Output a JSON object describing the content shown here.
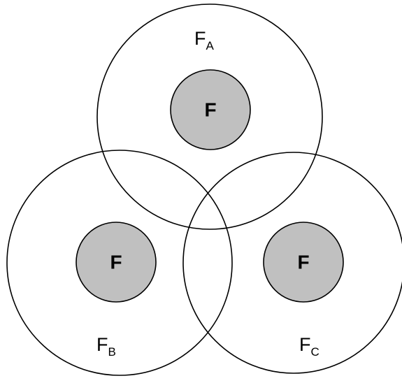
{
  "colors": {
    "outer_stroke": "#000000",
    "inner_fill": "#c0c0c0",
    "inner_stroke": "#000000",
    "text": "#000000"
  },
  "sets": {
    "a": {
      "label_main": "F",
      "label_sub": "A",
      "inner_label": "F"
    },
    "b": {
      "label_main": "F",
      "label_sub": "B",
      "inner_label": "F"
    },
    "c": {
      "label_main": "F",
      "label_sub": "C",
      "inner_label": "F"
    }
  }
}
